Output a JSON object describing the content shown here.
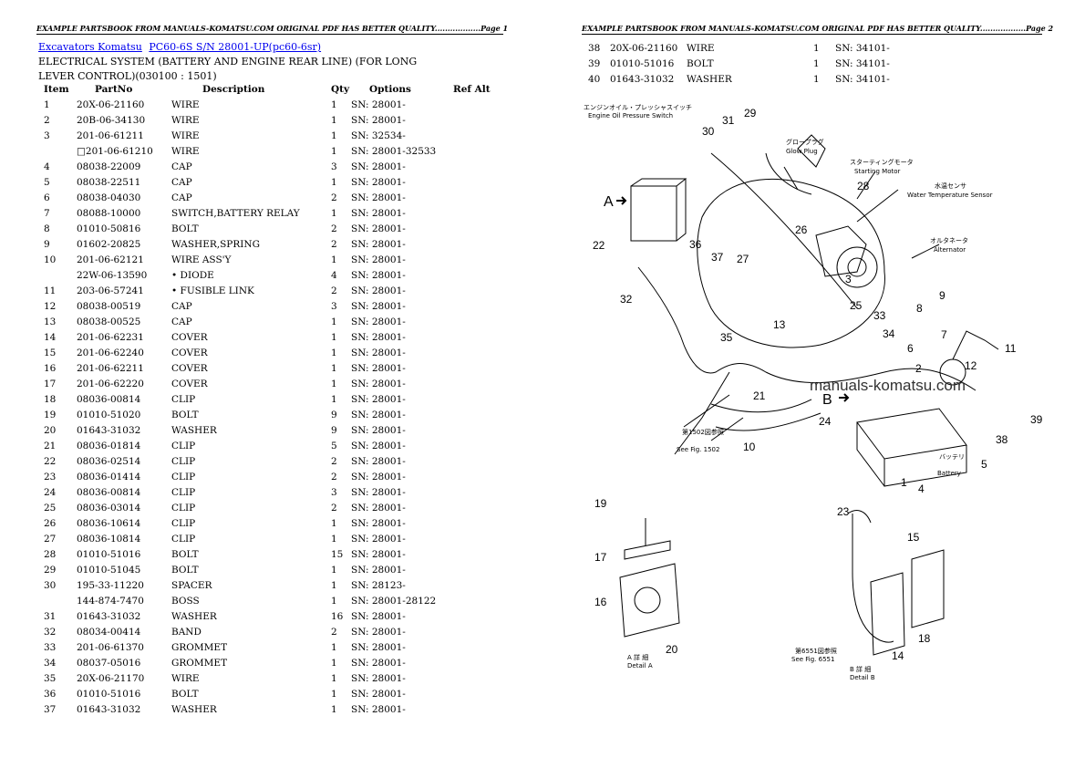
{
  "page1": {
    "header": "EXAMPLE PARTSBOOK FROM MANUALS-KOMATSU.COM ORIGINAL PDF HAS BETTER QUALITY..................Page 1",
    "breadcrumb": [
      "Excavators Komatsu",
      "PC60-6S S/N 28001-UP(pc60-6sr)"
    ],
    "subtitle": "ELECTRICAL SYSTEM (BATTERY AND ENGINE REAR LINE) (FOR LONG LEVER CONTROL)(030100 : 1501)",
    "columns": [
      "Item",
      "PartNo",
      "Description",
      "Qty",
      "Options",
      "Ref Alt"
    ],
    "rows": [
      [
        "1",
        "20X-06-21160",
        "WIRE",
        "1",
        "SN: 28001-",
        ""
      ],
      [
        "2",
        "20B-06-34130",
        "WIRE",
        "1",
        "SN: 28001-",
        ""
      ],
      [
        "3",
        "201-06-61211",
        "WIRE",
        "1",
        "SN: 32534-",
        ""
      ],
      [
        "",
        "□201-06-61210",
        "WIRE",
        "1",
        "SN: 28001-32533",
        ""
      ],
      [
        "4",
        "08038-22009",
        "CAP",
        "3",
        "SN: 28001-",
        ""
      ],
      [
        "5",
        "08038-22511",
        "CAP",
        "1",
        "SN: 28001-",
        ""
      ],
      [
        "6",
        "08038-04030",
        "CAP",
        "2",
        "SN: 28001-",
        ""
      ],
      [
        "7",
        "08088-10000",
        "SWITCH,BATTERY RELAY",
        "1",
        "SN: 28001-",
        ""
      ],
      [
        "8",
        "01010-50816",
        "BOLT",
        "2",
        "SN: 28001-",
        ""
      ],
      [
        "9",
        "01602-20825",
        "WASHER,SPRING",
        "2",
        "SN: 28001-",
        ""
      ],
      [
        "10",
        "201-06-62121",
        "WIRE ASS'Y",
        "1",
        "SN: 28001-",
        ""
      ],
      [
        "",
        "22W-06-13590",
        "• DIODE",
        "4",
        "SN: 28001-",
        ""
      ],
      [
        "11",
        "203-06-57241",
        "• FUSIBLE LINK",
        "2",
        "SN: 28001-",
        ""
      ],
      [
        "12",
        "08038-00519",
        "CAP",
        "3",
        "SN: 28001-",
        ""
      ],
      [
        "13",
        "08038-00525",
        "CAP",
        "1",
        "SN: 28001-",
        ""
      ],
      [
        "14",
        "201-06-62231",
        "COVER",
        "1",
        "SN: 28001-",
        ""
      ],
      [
        "15",
        "201-06-62240",
        "COVER",
        "1",
        "SN: 28001-",
        ""
      ],
      [
        "16",
        "201-06-62211",
        "COVER",
        "1",
        "SN: 28001-",
        ""
      ],
      [
        "17",
        "201-06-62220",
        "COVER",
        "1",
        "SN: 28001-",
        ""
      ],
      [
        "18",
        "08036-00814",
        "CLIP",
        "1",
        "SN: 28001-",
        ""
      ],
      [
        "19",
        "01010-51020",
        "BOLT",
        "9",
        "SN: 28001-",
        ""
      ],
      [
        "20",
        "01643-31032",
        "WASHER",
        "9",
        "SN: 28001-",
        ""
      ],
      [
        "21",
        "08036-01814",
        "CLIP",
        "5",
        "SN: 28001-",
        ""
      ],
      [
        "22",
        "08036-02514",
        "CLIP",
        "2",
        "SN: 28001-",
        ""
      ],
      [
        "23",
        "08036-01414",
        "CLIP",
        "2",
        "SN: 28001-",
        ""
      ],
      [
        "24",
        "08036-00814",
        "CLIP",
        "3",
        "SN: 28001-",
        ""
      ],
      [
        "25",
        "08036-03014",
        "CLIP",
        "2",
        "SN: 28001-",
        ""
      ],
      [
        "26",
        "08036-10614",
        "CLIP",
        "1",
        "SN: 28001-",
        ""
      ],
      [
        "27",
        "08036-10814",
        "CLIP",
        "1",
        "SN: 28001-",
        ""
      ],
      [
        "28",
        "01010-51016",
        "BOLT",
        "15",
        "SN: 28001-",
        ""
      ],
      [
        "29",
        "01010-51045",
        "BOLT",
        "1",
        "SN: 28001-",
        ""
      ],
      [
        "30",
        "195-33-11220",
        "SPACER",
        "1",
        "SN: 28123-",
        ""
      ],
      [
        "",
        "144-874-7470",
        "BOSS",
        "1",
        "SN: 28001-28122",
        ""
      ],
      [
        "31",
        "01643-31032",
        "WASHER",
        "16",
        "SN: 28001-",
        ""
      ],
      [
        "32",
        "08034-00414",
        "BAND",
        "2",
        "SN: 28001-",
        ""
      ],
      [
        "33",
        "201-06-61370",
        "GROMMET",
        "1",
        "SN: 28001-",
        ""
      ],
      [
        "34",
        "08037-05016",
        "GROMMET",
        "1",
        "SN: 28001-",
        ""
      ],
      [
        "35",
        "20X-06-21170",
        "WIRE",
        "1",
        "SN: 28001-",
        ""
      ],
      [
        "36",
        "01010-51016",
        "BOLT",
        "1",
        "SN: 28001-",
        ""
      ],
      [
        "37",
        "01643-31032",
        "WASHER",
        "1",
        "SN: 28001-",
        ""
      ]
    ]
  },
  "page2": {
    "header": "EXAMPLE PARTSBOOK FROM MANUALS-KOMATSU.COM ORIGINAL PDF HAS BETTER QUALITY..................Page 2",
    "rows": [
      [
        "38",
        "20X-06-21160",
        "WIRE",
        "1",
        "SN: 34101-"
      ],
      [
        "39",
        "01010-51016",
        "BOLT",
        "1",
        "SN: 34101-"
      ],
      [
        "40",
        "01643-31032",
        "WASHER",
        "1",
        "SN: 34101-"
      ]
    ]
  },
  "figure": {
    "labels": {
      "oil_jp": "エンジンオイル・プレッシャスイッチ",
      "oil": "Engine Oil Pressure Switch",
      "glow_jp": "グロープラグ",
      "glow": "Glow Plug",
      "starter_jp": "スターティングモータ",
      "starter": "Starting Motor",
      "water_jp": "水温センサ",
      "water": "Water Temperature Sensor",
      "alt_jp": "オルタネータ",
      "alt": "Alternator",
      "battery_jp": "バッテリ",
      "battery": "Battery",
      "see1502_jp": "第1502図参照",
      "see1502": "See Fig. 1502",
      "see6551_jp": "第6551図参照",
      "see6551": "See Fig. 6551",
      "detailA_jp": "A 詳 細",
      "detailA": "Detail A",
      "detailB_jp": "B 詳 細",
      "detailB": "Detail B",
      "markA": "A",
      "markB": "B",
      "watermark": "manuals-komatsu.com"
    },
    "callouts": [
      "1",
      "2",
      "3",
      "4",
      "5",
      "6",
      "7",
      "8",
      "9",
      "10",
      "11",
      "12",
      "13",
      "14",
      "15",
      "16",
      "17",
      "18",
      "19",
      "20",
      "21",
      "22",
      "23",
      "24",
      "25",
      "26",
      "27",
      "28",
      "29",
      "30",
      "31",
      "32",
      "33",
      "34",
      "35",
      "36",
      "37",
      "38",
      "39"
    ]
  }
}
